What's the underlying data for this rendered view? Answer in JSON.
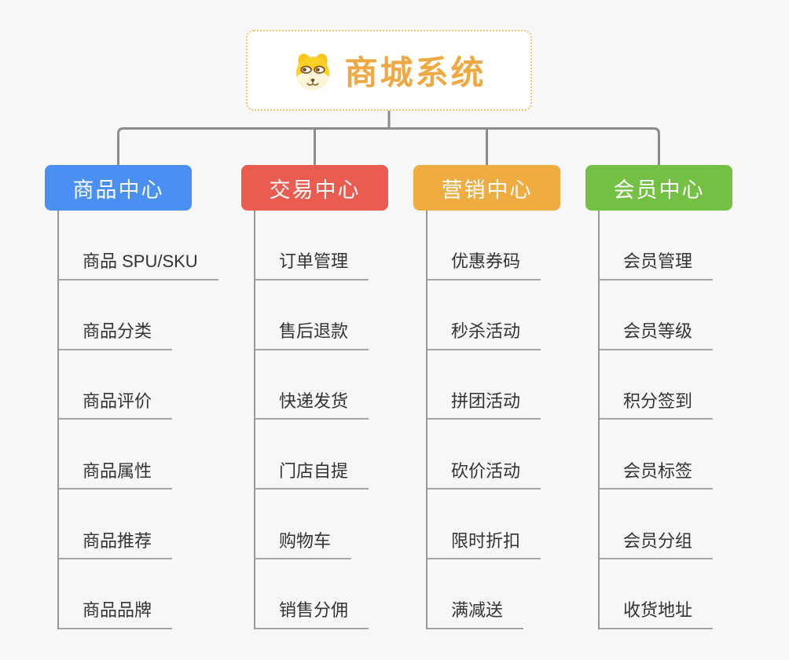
{
  "root": {
    "title": "商城系统",
    "icon": "dog-face-icon",
    "title_color": "#f0a942",
    "border_color": "#f3c36b"
  },
  "branches": [
    {
      "label": "商品中心",
      "color": "#4a90f2",
      "children": [
        "商品 SPU/SKU",
        "商品分类",
        "商品评价",
        "商品属性",
        "商品推荐",
        "商品品牌"
      ]
    },
    {
      "label": "交易中心",
      "color": "#ea5b50",
      "children": [
        "订单管理",
        "售后退款",
        "快递发货",
        "门店自提",
        "购物车",
        "销售分佣"
      ]
    },
    {
      "label": "营销中心",
      "color": "#efac41",
      "children": [
        "优惠券码",
        "秒杀活动",
        "拼团活动",
        "砍价活动",
        "限时折扣",
        "满减送"
      ]
    },
    {
      "label": "会员中心",
      "color": "#73c044",
      "children": [
        "会员管理",
        "会员等级",
        "积分签到",
        "会员标签",
        "会员分组",
        "收货地址"
      ]
    }
  ],
  "connector_color": "#8c8c8c",
  "line_color": "#a6a6a6"
}
